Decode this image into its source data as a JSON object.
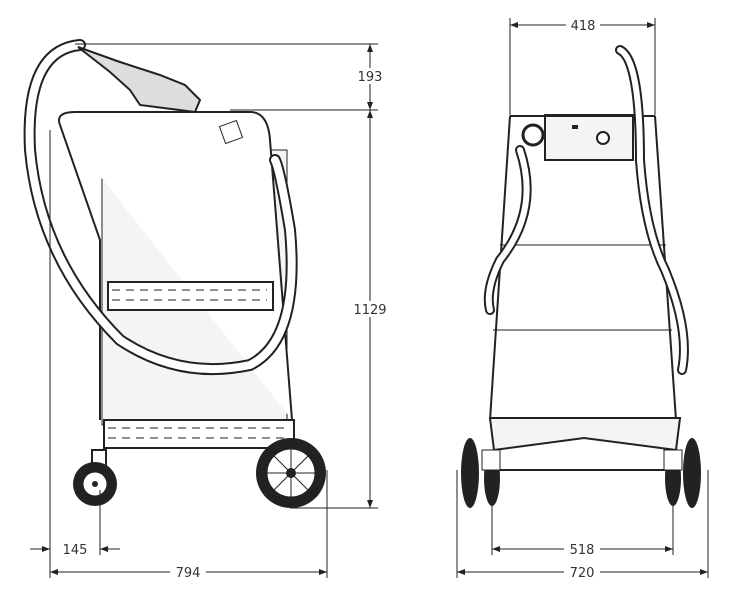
{
  "dimensions": {
    "side_top_height": "193",
    "side_frame_height": "1129",
    "side_wheel_offset": "145",
    "side_overall_depth": "794",
    "front_handle_width": "418",
    "front_wheel_track": "518",
    "front_overall_width": "720"
  },
  "colors": {
    "line": "#222222",
    "panel": "#f4f4f4",
    "background": "#ffffff"
  }
}
